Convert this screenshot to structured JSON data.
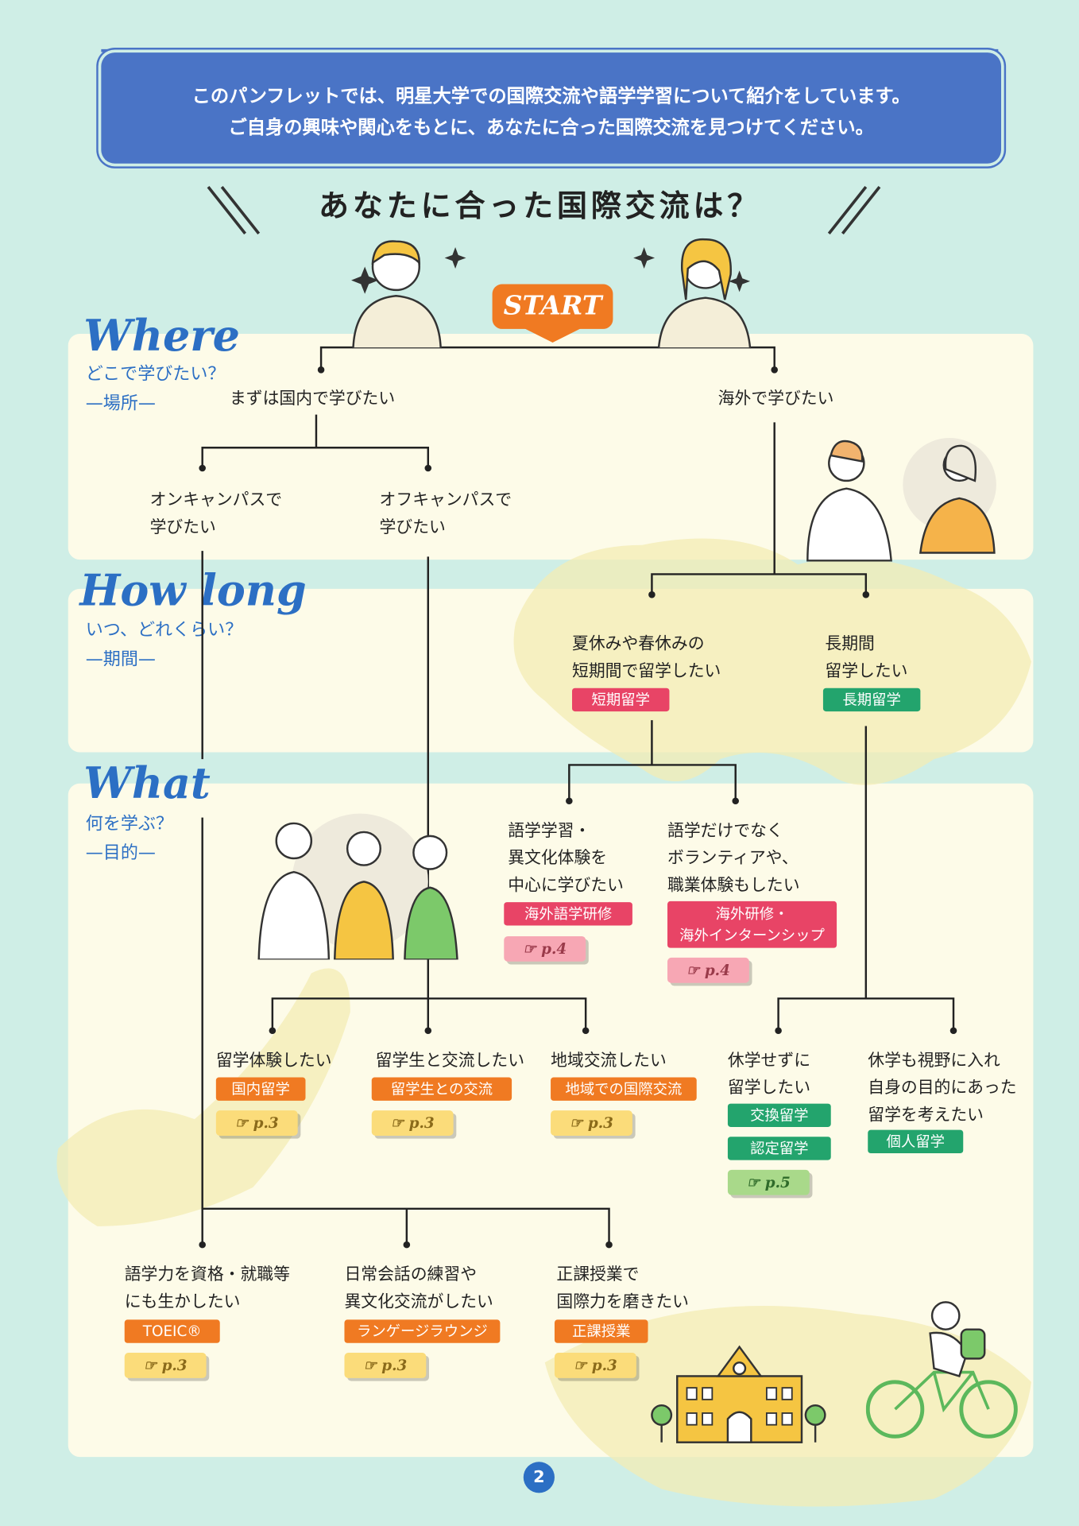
{
  "intro": {
    "line1": "このパンフレットでは、明星大学での国際交流や語学学習について紹介をしています。",
    "line2": "ご自身の興味や関心をもとに、あなたに合った国際交流を見つけてください。"
  },
  "title": "あなたに合った国際交流は？",
  "start": "START",
  "sections": {
    "where": {
      "heading": "Where",
      "sub1": "どこで学びたい？",
      "sub2": "—場所—"
    },
    "howlong": {
      "heading": "How long",
      "sub1": "いつ、どれくらい？",
      "sub2": "—期間—"
    },
    "what": {
      "heading": "What",
      "sub1": "何を学ぶ？",
      "sub2": "—目的—"
    }
  },
  "where": {
    "domestic": "まずは国内で学びたい",
    "abroad": "海外で学びたい",
    "on1": "オンキャンパスで",
    "on2": "学びたい",
    "off1": "オフキャンパスで",
    "off2": "学びたい"
  },
  "howlong": {
    "short1": "夏休みや春休みの",
    "short2": "短期間で留学したい",
    "short_tag": "短期留学",
    "long1": "長期間",
    "long2": "留学したい",
    "long_tag": "長期留学"
  },
  "abroad_what": {
    "lang1": "語学学習・",
    "lang2": "異文化体験を",
    "lang3": "中心に学びたい",
    "lang_tag": "海外語学研修",
    "lang_page": "p.4",
    "vol1": "語学だけでなく",
    "vol2": "ボランティアや、",
    "vol3": "職業体験もしたい",
    "vol_tag1": "海外研修・",
    "vol_tag2": "海外インターンシップ",
    "vol_page": "p.4"
  },
  "off_what": {
    "a": "留学体験したい",
    "a_tag": "国内留学",
    "a_page": "p.3",
    "b": "留学生と交流したい",
    "b_tag": "留学生との交流",
    "b_page": "p.3",
    "c": "地域交流したい",
    "c_tag": "地域での国際交流",
    "c_page": "p.3"
  },
  "long_what": {
    "a1": "休学せずに",
    "a2": "留学したい",
    "a_tag1": "交換留学",
    "a_tag2": "認定留学",
    "a_page": "p.5",
    "b1": "休学も視野に入れ",
    "b2": "自身の目的にあった",
    "b3": "留学を考えたい",
    "b_tag": "個人留学"
  },
  "on_what": {
    "a1": "語学力を資格・就職等",
    "a2": "にも生かしたい",
    "a_tag": "TOEIC®",
    "a_page": "p.3",
    "b1": "日常会話の練習や",
    "b2": "異文化交流がしたい",
    "b_tag": "ランゲージラウンジ",
    "b_page": "p.3",
    "c1": "正課授業で",
    "c2": "国際力を磨きたい",
    "c_tag": "正課授業",
    "c_page": "p.3"
  },
  "page_number": "2",
  "colors": {
    "blue": "#2c6fc4",
    "orange": "#f07a22",
    "red": "#e84466",
    "green": "#23a46d",
    "panel": "#fdfbe8",
    "bg": "#cfeee6"
  }
}
